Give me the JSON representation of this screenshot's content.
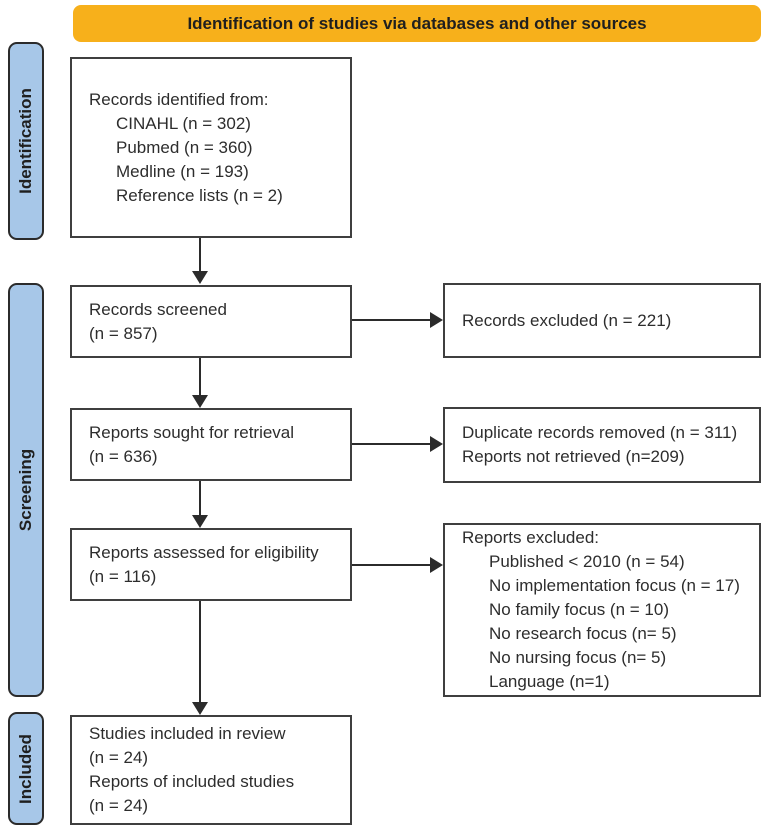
{
  "banner": {
    "title": "Identification of studies via databases and other sources"
  },
  "colors": {
    "banner_bg": "#F7B01B",
    "stage_bg": "#A7C7E8",
    "box_border": "#3F3F3F",
    "arrow": "#2B2B2B"
  },
  "stages": [
    {
      "label": "Identification"
    },
    {
      "label": "Screening"
    },
    {
      "label": "Included"
    }
  ],
  "left_boxes": {
    "records_identified": {
      "lines": [
        "Records identified from:",
        "CINAHL (n = 302)",
        "Pubmed (n = 360)",
        "Medline (n = 193)",
        "Reference lists (n = 2)"
      ]
    },
    "records_screened": {
      "lines": [
        "Records screened",
        "(n = 857)"
      ]
    },
    "reports_sought": {
      "lines": [
        "Reports sought for retrieval",
        "(n = 636)"
      ]
    },
    "reports_assessed": {
      "lines": [
        "Reports assessed for eligibility",
        "(n = 116)"
      ]
    },
    "studies_included": {
      "lines": [
        "Studies included in review",
        "(n = 24)",
        "Reports of included studies",
        "(n = 24)"
      ]
    }
  },
  "right_boxes": {
    "records_excluded": {
      "lines": [
        "Records excluded (n = 221)"
      ]
    },
    "duplicates_removed": {
      "lines": [
        "Duplicate records removed (n = 311)",
        "Reports not retrieved (n=209)"
      ]
    },
    "reports_excluded": {
      "lines": [
        "Reports excluded:",
        "Published < 2010 (n = 54)",
        "No implementation focus (n = 17)",
        "No family focus (n = 10)",
        "No research focus (n= 5)",
        "No nursing focus (n= 5)",
        "Language (n=1)"
      ]
    }
  }
}
